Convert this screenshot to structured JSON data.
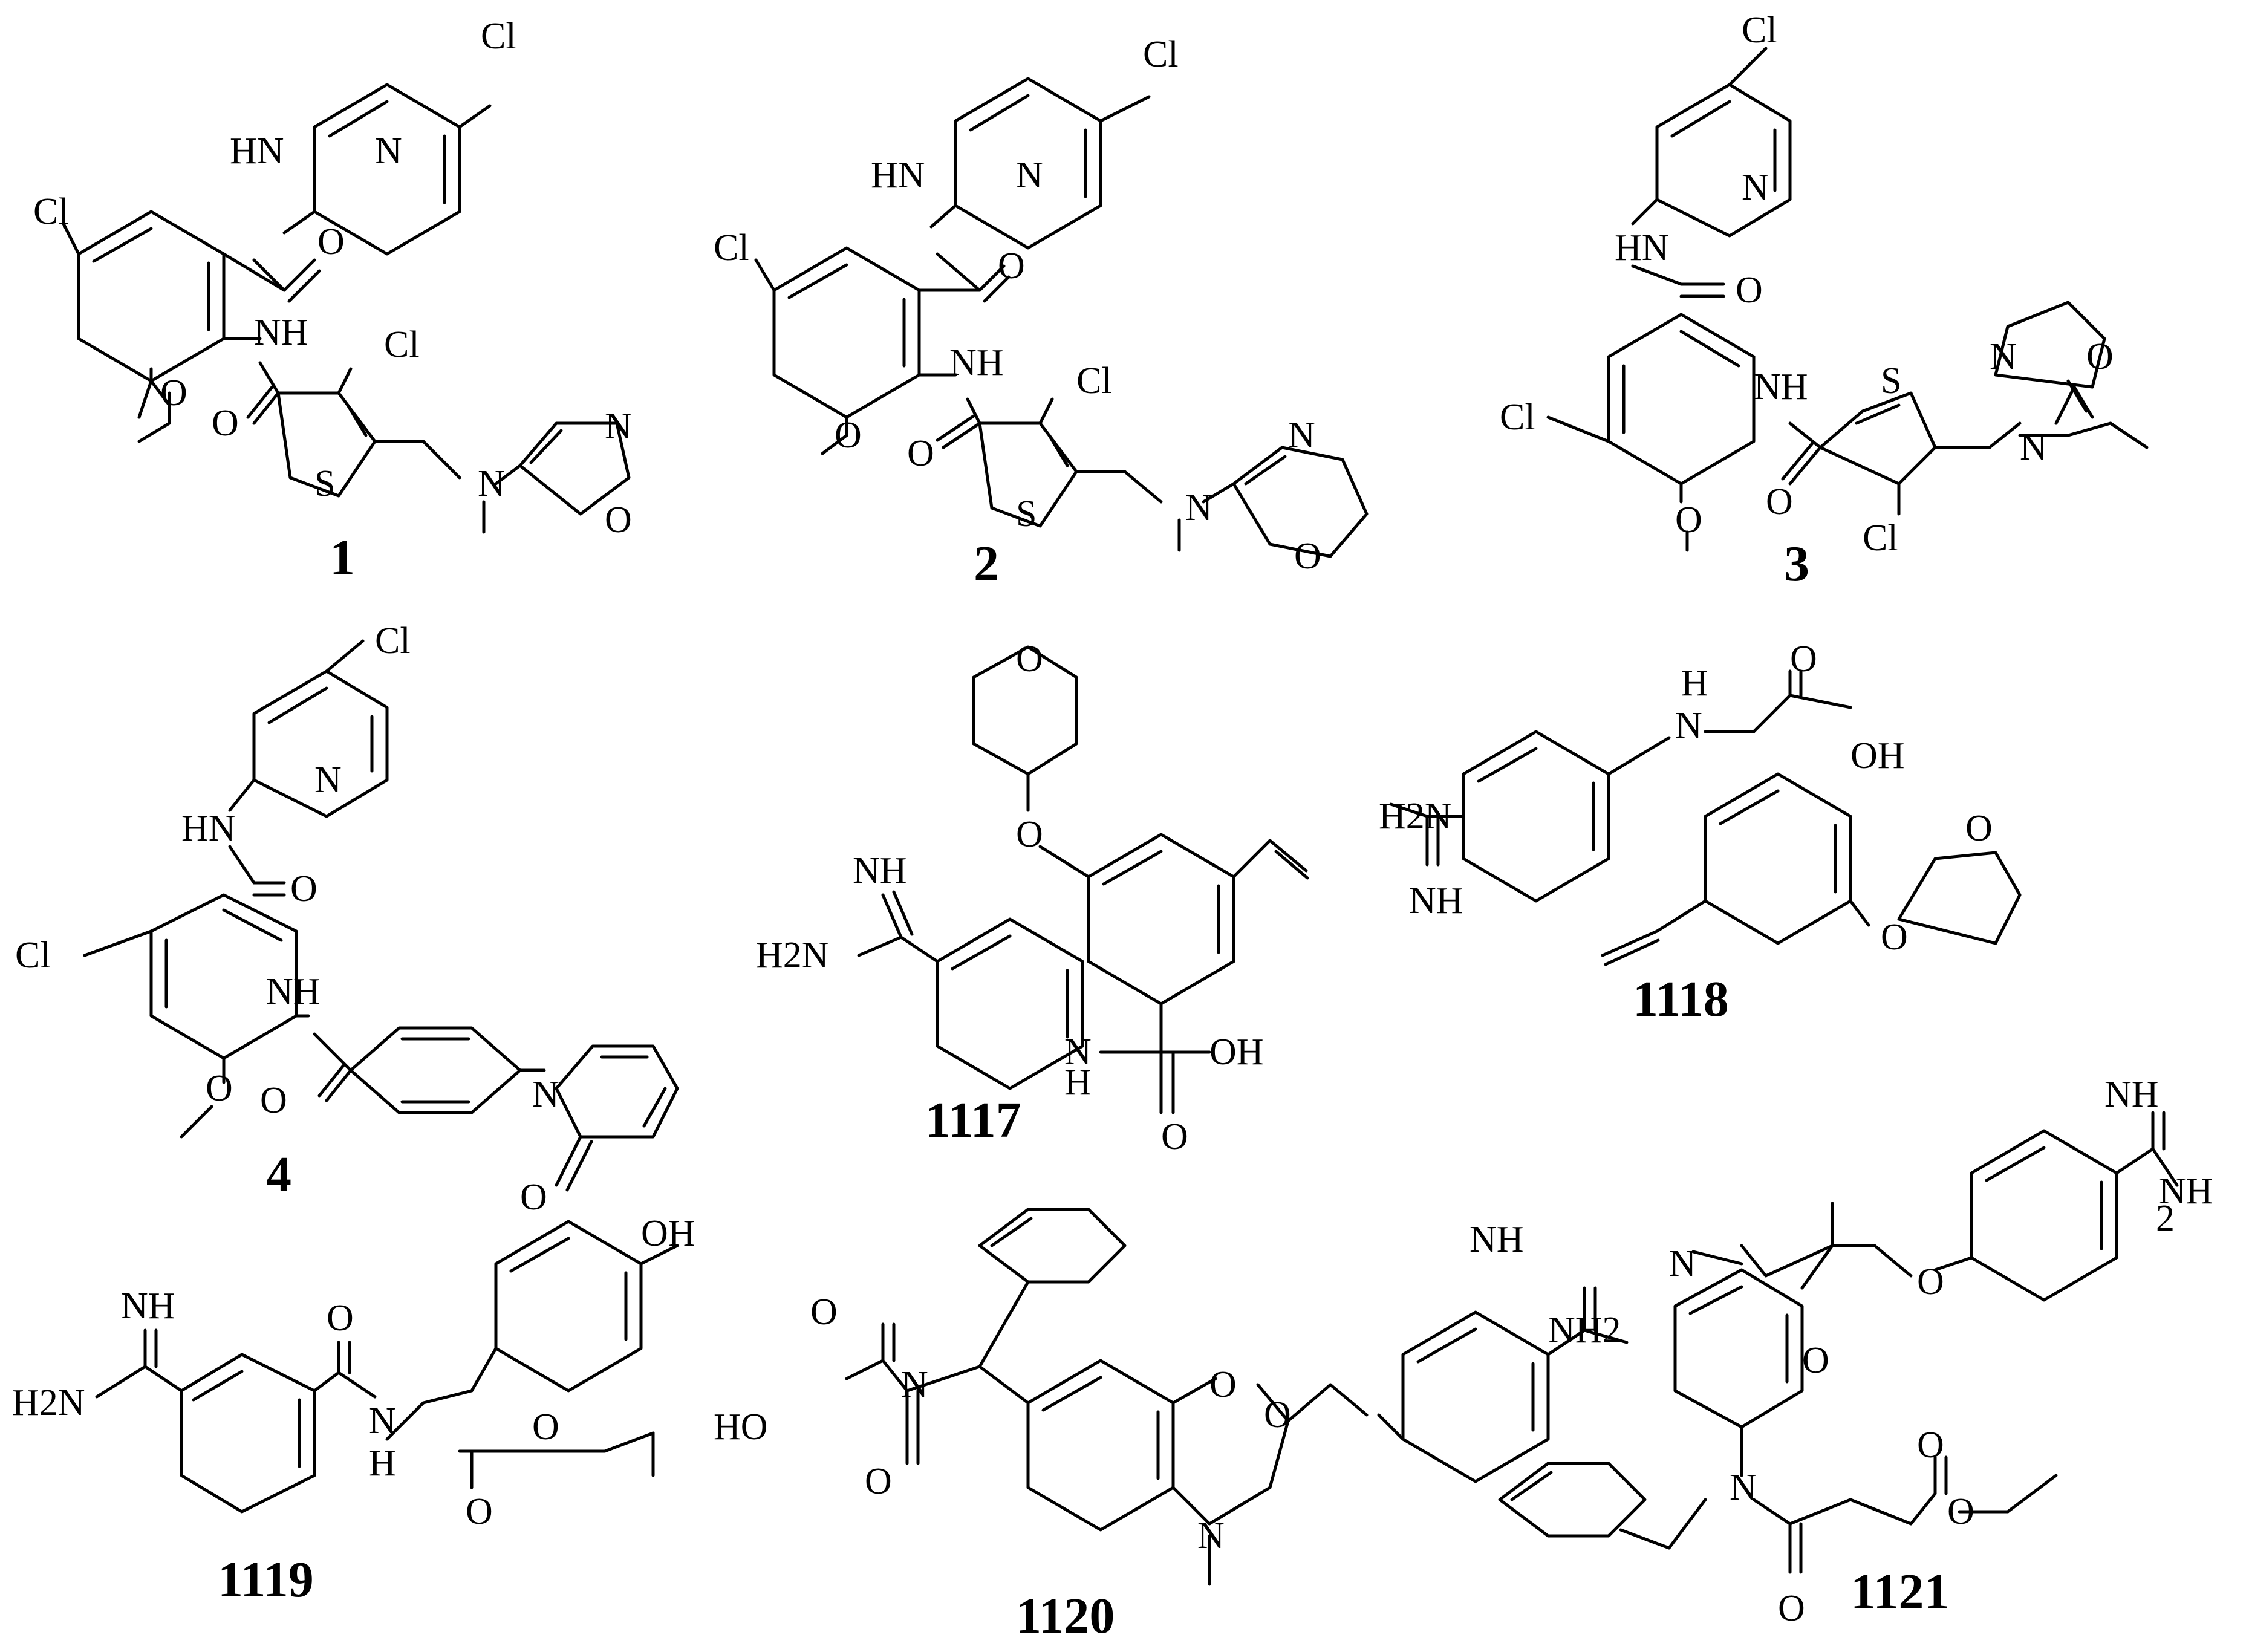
{
  "figure": {
    "background": "#ffffff",
    "ink": "#000000",
    "compounds": [
      {
        "id": "1",
        "label": "1",
        "atoms": [
          "Cl",
          "N",
          "HN",
          "O",
          "Cl",
          "NH",
          "Cl",
          "O",
          "O",
          "S",
          "N",
          "N",
          "O"
        ]
      },
      {
        "id": "2",
        "label": "2",
        "atoms": [
          "Cl",
          "N",
          "HN",
          "O",
          "Cl",
          "NH",
          "Cl",
          "O",
          "O",
          "S",
          "N",
          "N",
          "O"
        ]
      },
      {
        "id": "3",
        "label": "3",
        "atoms": [
          "Cl",
          "N",
          "HN",
          "O",
          "NH",
          "Cl",
          "S",
          "N",
          "O",
          "O",
          "N",
          "O",
          "Cl"
        ]
      },
      {
        "id": "4",
        "label": "4",
        "atoms": [
          "Cl",
          "N",
          "HN",
          "O",
          "Cl",
          "NH",
          "O",
          "N",
          "O",
          "O"
        ]
      },
      {
        "id": "1117",
        "label": "1117",
        "atoms": [
          "O",
          "O",
          "NH",
          "H2N",
          "N",
          "H",
          "OH",
          "O"
        ]
      },
      {
        "id": "1118",
        "label": "1118",
        "atoms": [
          "H",
          "N",
          "O",
          "OH",
          "H2N",
          "NH",
          "O",
          "O"
        ]
      },
      {
        "id": "1119",
        "label": "1119",
        "atoms": [
          "OH",
          "NH",
          "O",
          "H2N",
          "N",
          "H",
          "O",
          "O"
        ]
      },
      {
        "id": "1120",
        "label": "1120",
        "atoms": [
          "NH",
          "NH2",
          "O",
          "HO",
          "N",
          "O",
          "O",
          "O",
          "N"
        ]
      },
      {
        "id": "1121",
        "label": "1121",
        "atoms": [
          "NH",
          "NH",
          "2",
          "N",
          "O",
          "O",
          "N",
          "O",
          "O",
          "O"
        ]
      }
    ]
  }
}
